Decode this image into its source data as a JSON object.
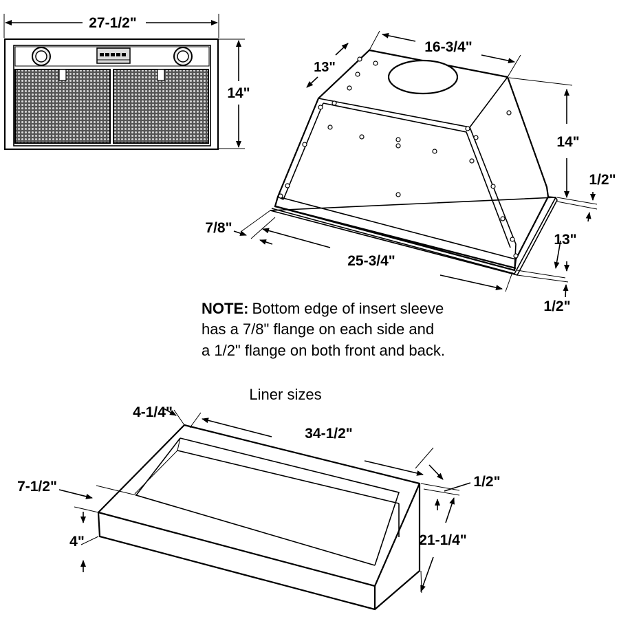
{
  "front_view": {
    "width_label": "27-1/2\"",
    "height_label": "14\""
  },
  "insert_sleeve": {
    "top_width_label": "16-3/4\"",
    "top_depth_label": "13\"",
    "height_label": "14\"",
    "side_flange_label": "7/8\"",
    "bottom_width_label": "25-3/4\"",
    "back_flange_label": "1/2\"",
    "bottom_depth_label": "13\"",
    "front_flange_label": "1/2\""
  },
  "note": {
    "heading": "NOTE:",
    "line1": "Bottom edge of insert sleeve",
    "line2": "has a 7/8\" flange on each side and",
    "line3": "a 1/2\" flange on both front and back."
  },
  "liner": {
    "caption": "Liner sizes",
    "side_offset_label": "4-1/4\"",
    "width_label": "34-1/2\"",
    "front_offset_label": "7-1/2\"",
    "back_flange_label": "1/2\"",
    "height_label": "4\"",
    "depth_label": "21-1/4\""
  }
}
